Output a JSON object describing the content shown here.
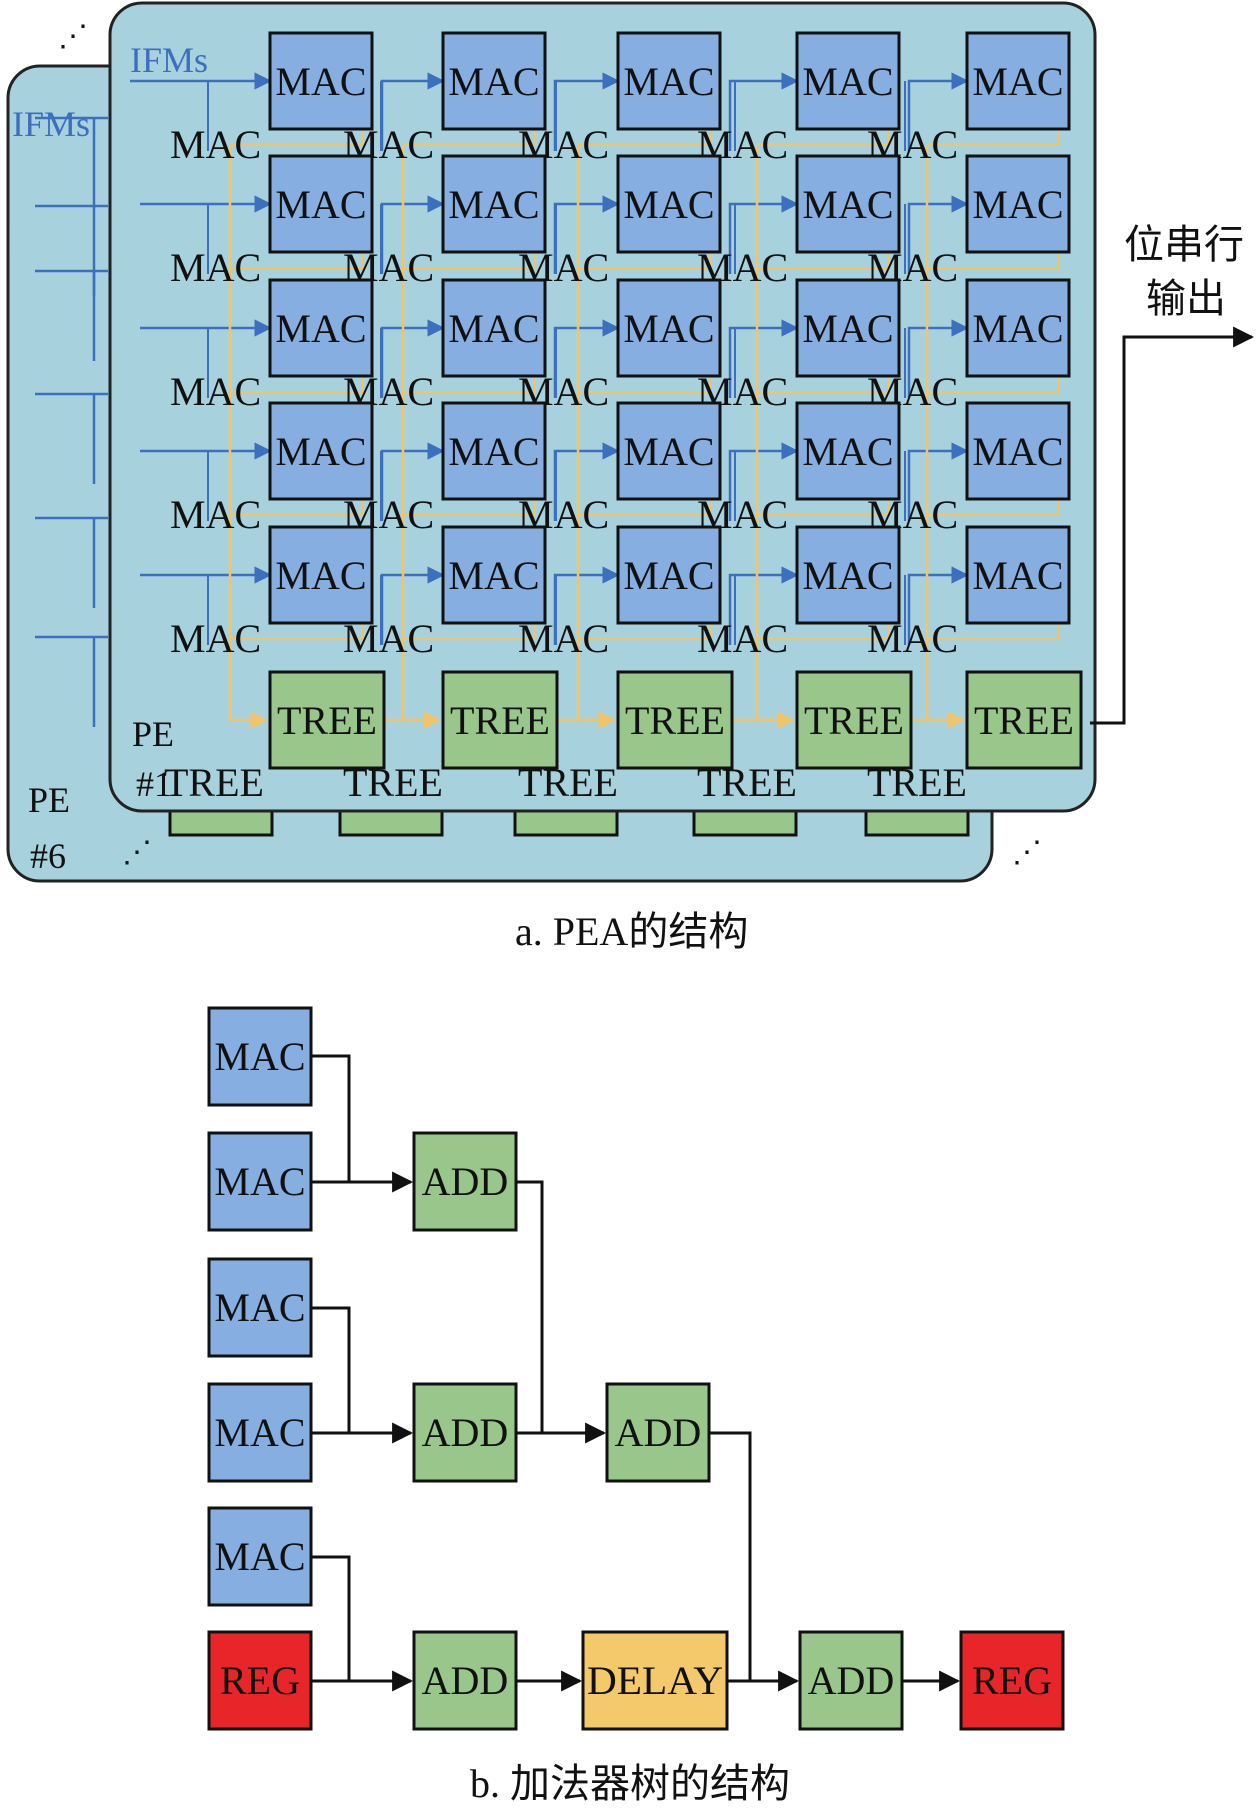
{
  "pea": {
    "mac_label": "MAC",
    "tree_label": "TREE",
    "ifm_label": "IFMs",
    "pe_front_label": [
      "PE",
      "#1"
    ],
    "pe_back_label": [
      "PE",
      "#6"
    ],
    "output_label": [
      "位串行",
      "输出"
    ],
    "dots": "⋰",
    "caption": "a. PEA的结构",
    "colors": {
      "panel": "#a8d1de",
      "mac": "#87aee0",
      "tree": "#99c68a",
      "ifm_line": "#3d6fbf",
      "tree_line": "#f2c46a"
    }
  },
  "adder_tree": {
    "mac_label": "MAC",
    "add_label": "ADD",
    "reg_label": "REG",
    "delay_label": "DELAY",
    "caption": "b. 加法器树的结构",
    "colors": {
      "mac": "#87aee0",
      "add": "#99c68a",
      "reg": "#e8262a",
      "delay": "#f4c96b"
    }
  }
}
